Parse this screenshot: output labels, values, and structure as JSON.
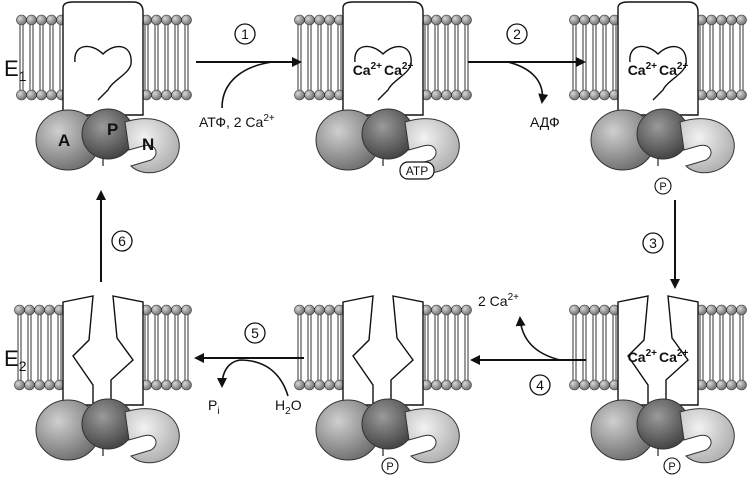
{
  "states": {
    "e1": {
      "main": "E",
      "sub": "1"
    },
    "e2": {
      "main": "E",
      "sub": "2"
    }
  },
  "domains": {
    "a": "A",
    "p": "P",
    "n": "N"
  },
  "steps": [
    "1",
    "2",
    "3",
    "4",
    "5",
    "6"
  ],
  "labels": {
    "step1_input_pre": "АТФ, 2 Ca",
    "step1_input_sup": "2+",
    "step2_output": "АДФ",
    "step4_output_pre": "2 Ca",
    "step4_output_sup": "2+",
    "step5_pi_main": "P",
    "step5_pi_sub": "i",
    "step5_h2o_pre": "H",
    "step5_h2o_sub": "2",
    "step5_h2o_post": "O",
    "ca_ion": "Ca",
    "ca_charge": "2+",
    "atp_badge": "ATP",
    "phosphate": "P"
  },
  "colors": {
    "ink": "#111111",
    "membrane_head": "#8a8a8a",
    "domain_a": "#8c8c8c",
    "domain_p": "#5e5e5e",
    "domain_n": "#d6d6d6",
    "tm": "#ffffff"
  }
}
